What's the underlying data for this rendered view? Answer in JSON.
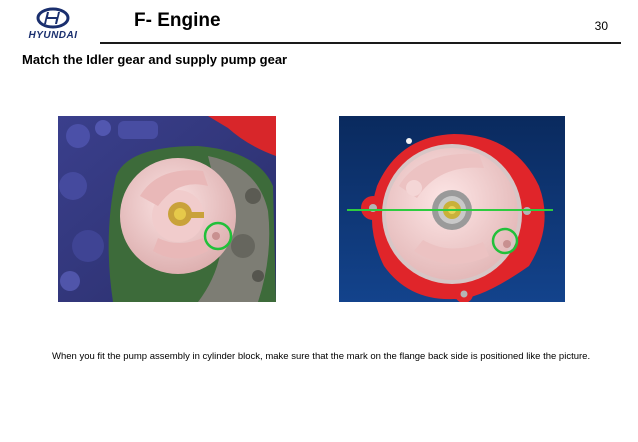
{
  "brand": {
    "logo_text": "HYUNDAI",
    "color": "#1a2f6e"
  },
  "header": {
    "title": "F- Engine",
    "page_number": "30"
  },
  "section": {
    "title": "Match the Idler gear and supply pump gear"
  },
  "figures": [
    {
      "name": "idler-gear-photo",
      "icon": "engine-block-render"
    },
    {
      "name": "supply-pump-photo",
      "icon": "pump-flange-render"
    }
  ],
  "caption": {
    "text": "When you fit the pump assembly in cylinder block, make sure that the mark on the flange back side is positioned like the picture."
  },
  "colors": {
    "highlight_circle": "#22c03a",
    "alignment_line": "#2ecc40",
    "pump_flange": "#e0252a",
    "gear_pink": "#f2c9c9"
  }
}
